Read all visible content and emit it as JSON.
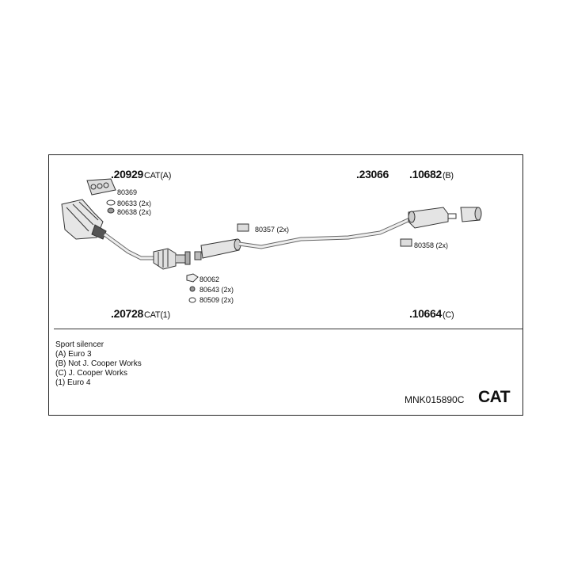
{
  "parts": {
    "catalyst_a": {
      "number": ".20929",
      "suffix": "CAT(A)"
    },
    "center_pipe": {
      "number": ".23066",
      "suffix": ""
    },
    "rear_silencer_b": {
      "number": ".10682",
      "suffix": "(B)"
    },
    "catalyst_1": {
      "number": ".20728",
      "suffix": "CAT(1)"
    },
    "rear_silencer_c": {
      "number": ".10664",
      "suffix": "(C)"
    }
  },
  "fittings": {
    "f80369": "80369",
    "f80633": "80633 (2x)",
    "f80638": "80638 (2x)",
    "f80357": "80357 (2x)",
    "f80358": "80358 (2x)",
    "f80062": "80062",
    "f80643": "80643 (2x)",
    "f80509": "80509 (2x)"
  },
  "notes": [
    "Sport silencer",
    "(A) Euro 3",
    "(B) Not J. Cooper Works",
    "(C) J. Cooper Works",
    "(1) Euro 4"
  ],
  "footer": {
    "code": "MNK015890C",
    "type": "CAT"
  }
}
